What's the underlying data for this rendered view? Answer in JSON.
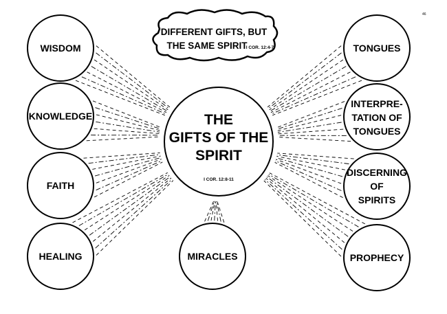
{
  "page_number": "46",
  "title": {
    "lines": [
      "THE",
      "GIFTS OF THE",
      "SPIRIT"
    ],
    "reference": "I COR. 12:8-11"
  },
  "banner": {
    "line1": "DIFFERENT GIFTS, BUT",
    "line2": "THE SAME SPIRIT",
    "reference": "I COR. 12:4-7"
  },
  "gifts": {
    "wisdom": [
      "WISDOM"
    ],
    "knowledge": [
      "KNOWLEDGE"
    ],
    "faith": [
      "FAITH"
    ],
    "healing": [
      "HEALING"
    ],
    "miracles": [
      "MIRACLES"
    ],
    "tongues": [
      "TONGUES"
    ],
    "interpretation": [
      "INTERPRE-",
      "TATION  OF",
      "TONGUES"
    ],
    "discerning": [
      "DISCERNING",
      "OF",
      "SPIRITS"
    ],
    "prophecy": [
      "PROPHECY"
    ]
  },
  "colors": {
    "ink": "#000000",
    "paper": "#ffffff"
  }
}
